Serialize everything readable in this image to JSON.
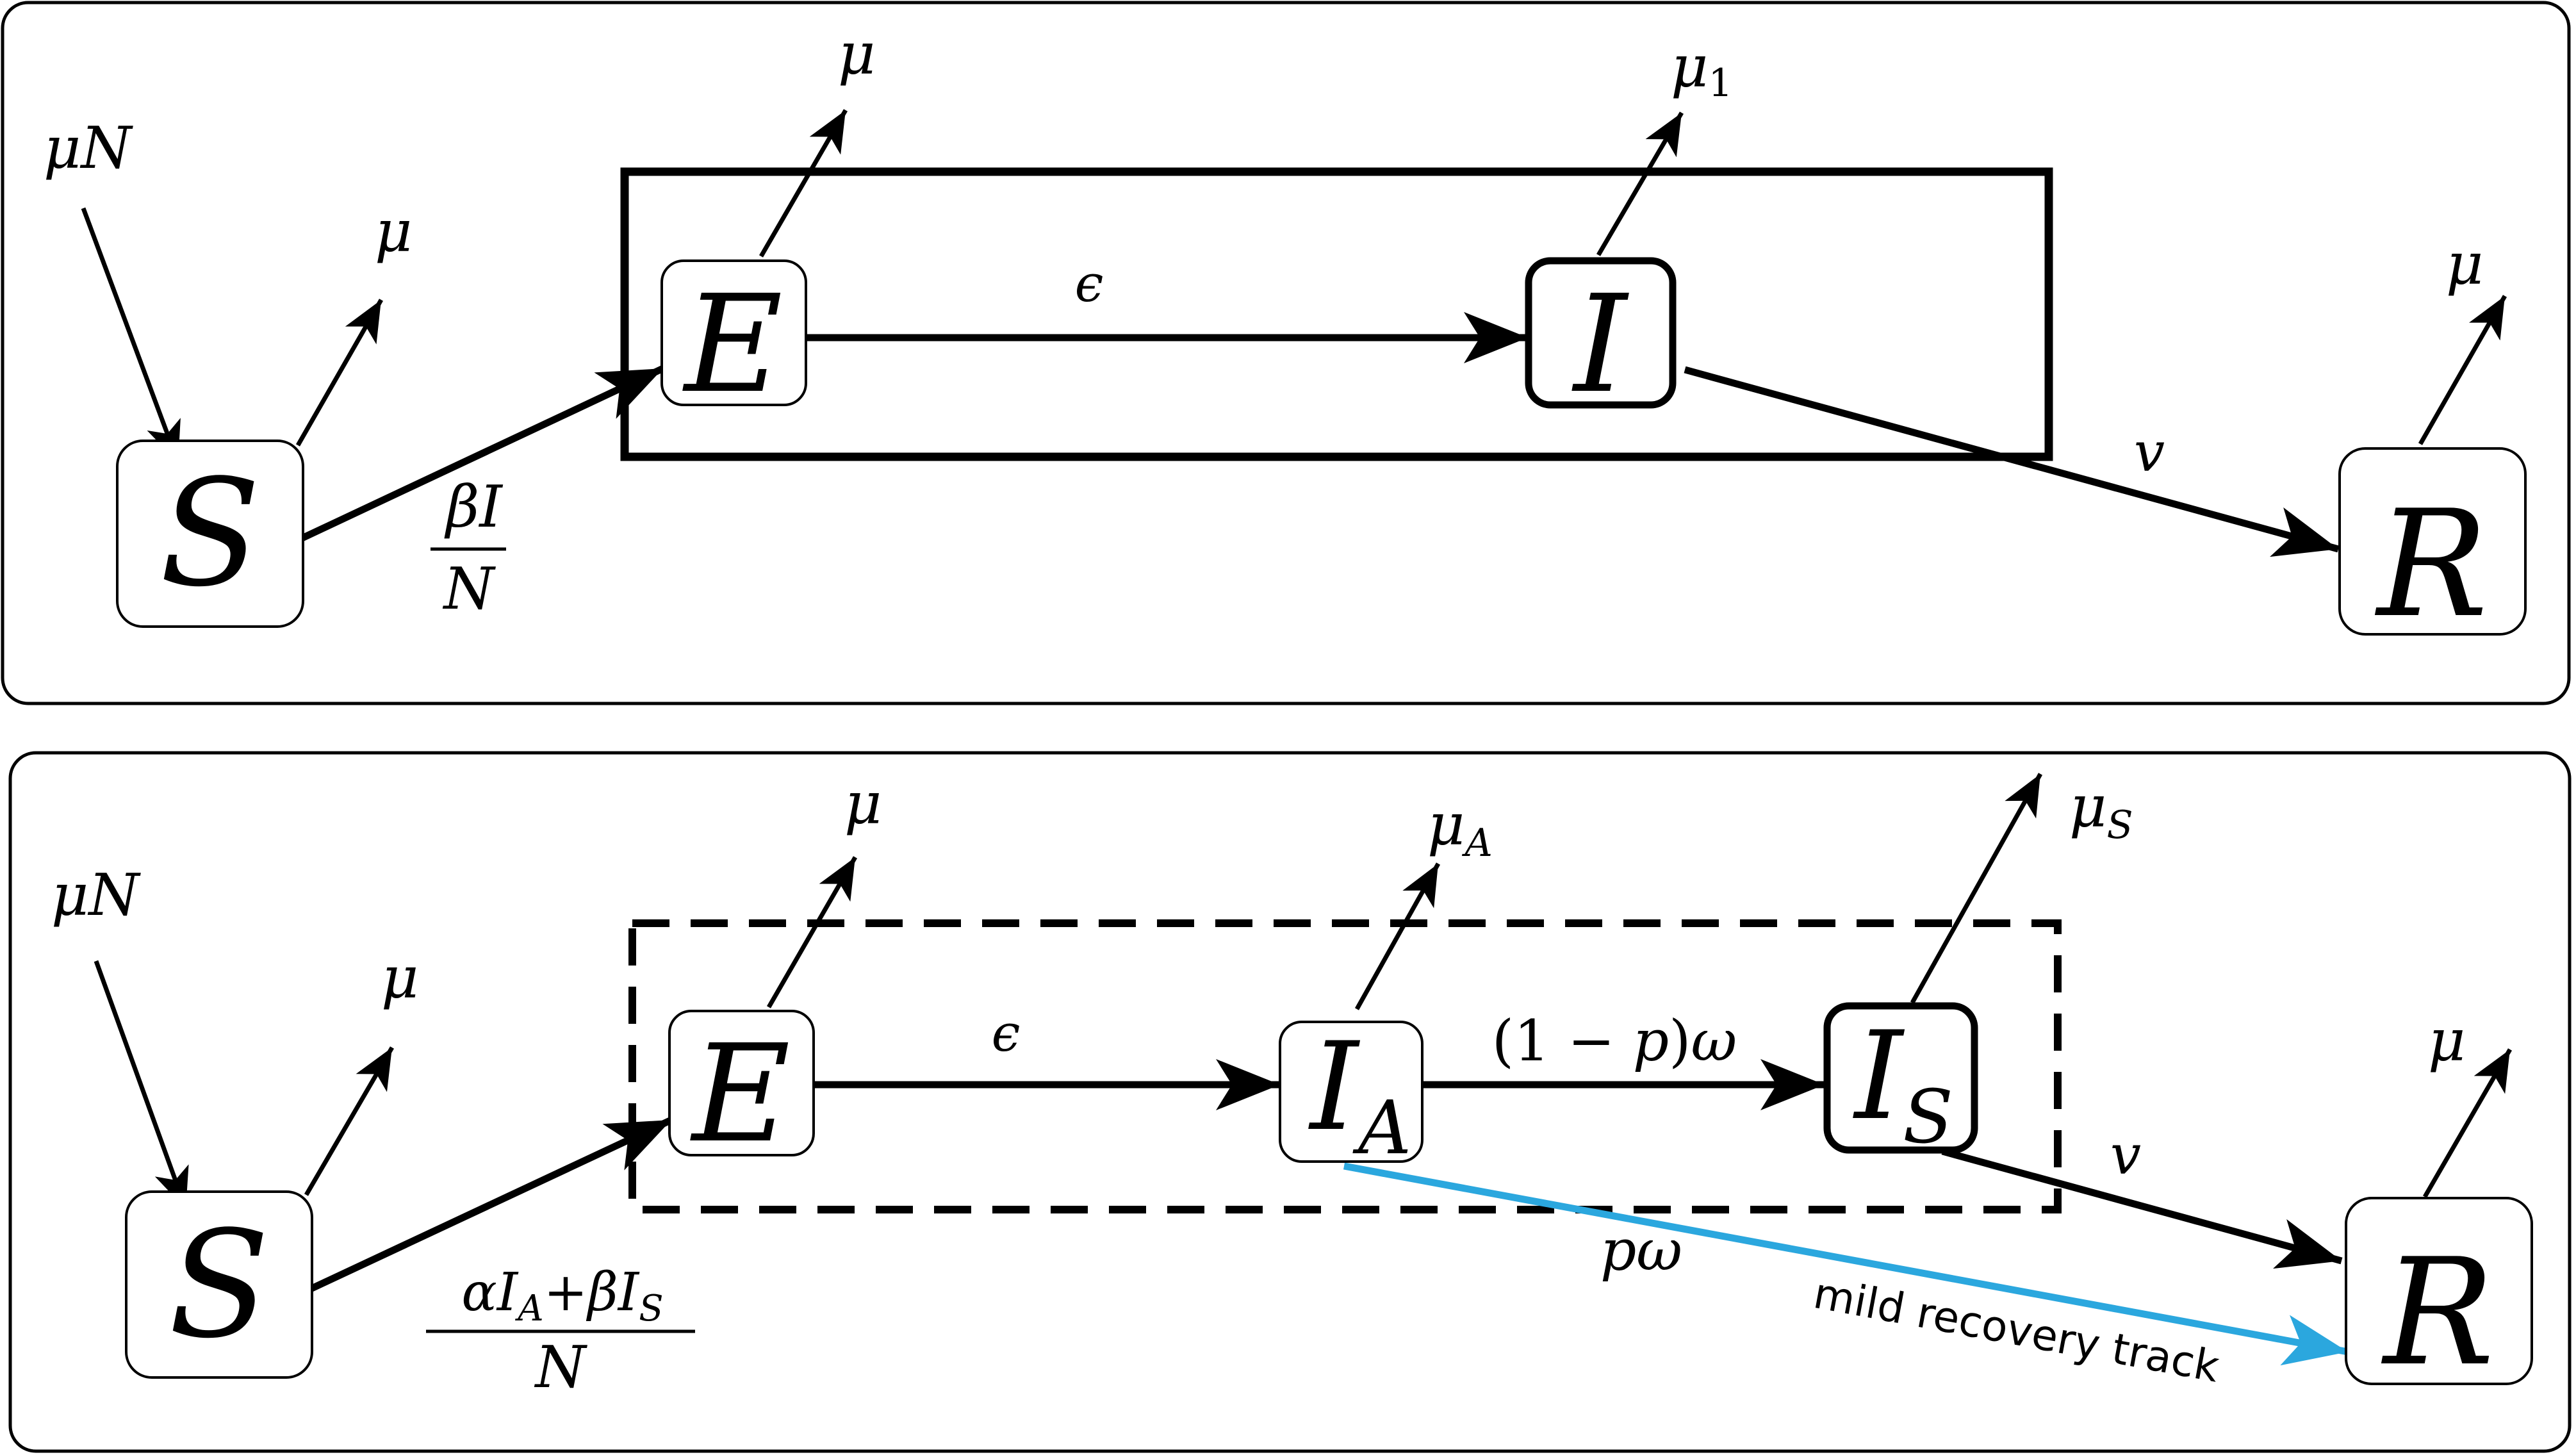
{
  "top_model": {
    "compartments": {
      "S": "S",
      "E": "E",
      "I": "I",
      "R": "R"
    },
    "rates": {
      "birth_mu": "μ",
      "birth_N": "N",
      "mu": "μ",
      "mu1_base": "μ",
      "mu1_sub": "1",
      "epsilon": "ϵ",
      "recovery": "v",
      "force_num_beta": "β",
      "force_num_I": "I",
      "force_den": "N"
    }
  },
  "bottom_model": {
    "compartments": {
      "S": "S",
      "E": "E",
      "IA_base": "I",
      "IA_sub": "A",
      "IS_base": "I",
      "IS_sub": "S",
      "R": "R"
    },
    "rates": {
      "birth_mu": "μ",
      "birth_N": "N",
      "mu": "μ",
      "muA_base": "μ",
      "muA_sub": "A",
      "muS_base": "μ",
      "muS_sub": "S",
      "epsilon": "ϵ",
      "recovery": "v",
      "progression_open": "(1 − ",
      "progression_p": "p",
      "progression_close": ")",
      "progression_omega": "ω",
      "mild_p": "p",
      "mild_omega": "ω",
      "force_alpha": "α",
      "force_I1": "I",
      "force_A": "A",
      "force_plus": "+",
      "force_beta": "β",
      "force_I2": "I",
      "force_S": "S",
      "force_den": "N"
    },
    "mild_track_label": "mild recovery track"
  },
  "colors": {
    "mild_track": "#2BA7DE",
    "ink": "#000000"
  }
}
